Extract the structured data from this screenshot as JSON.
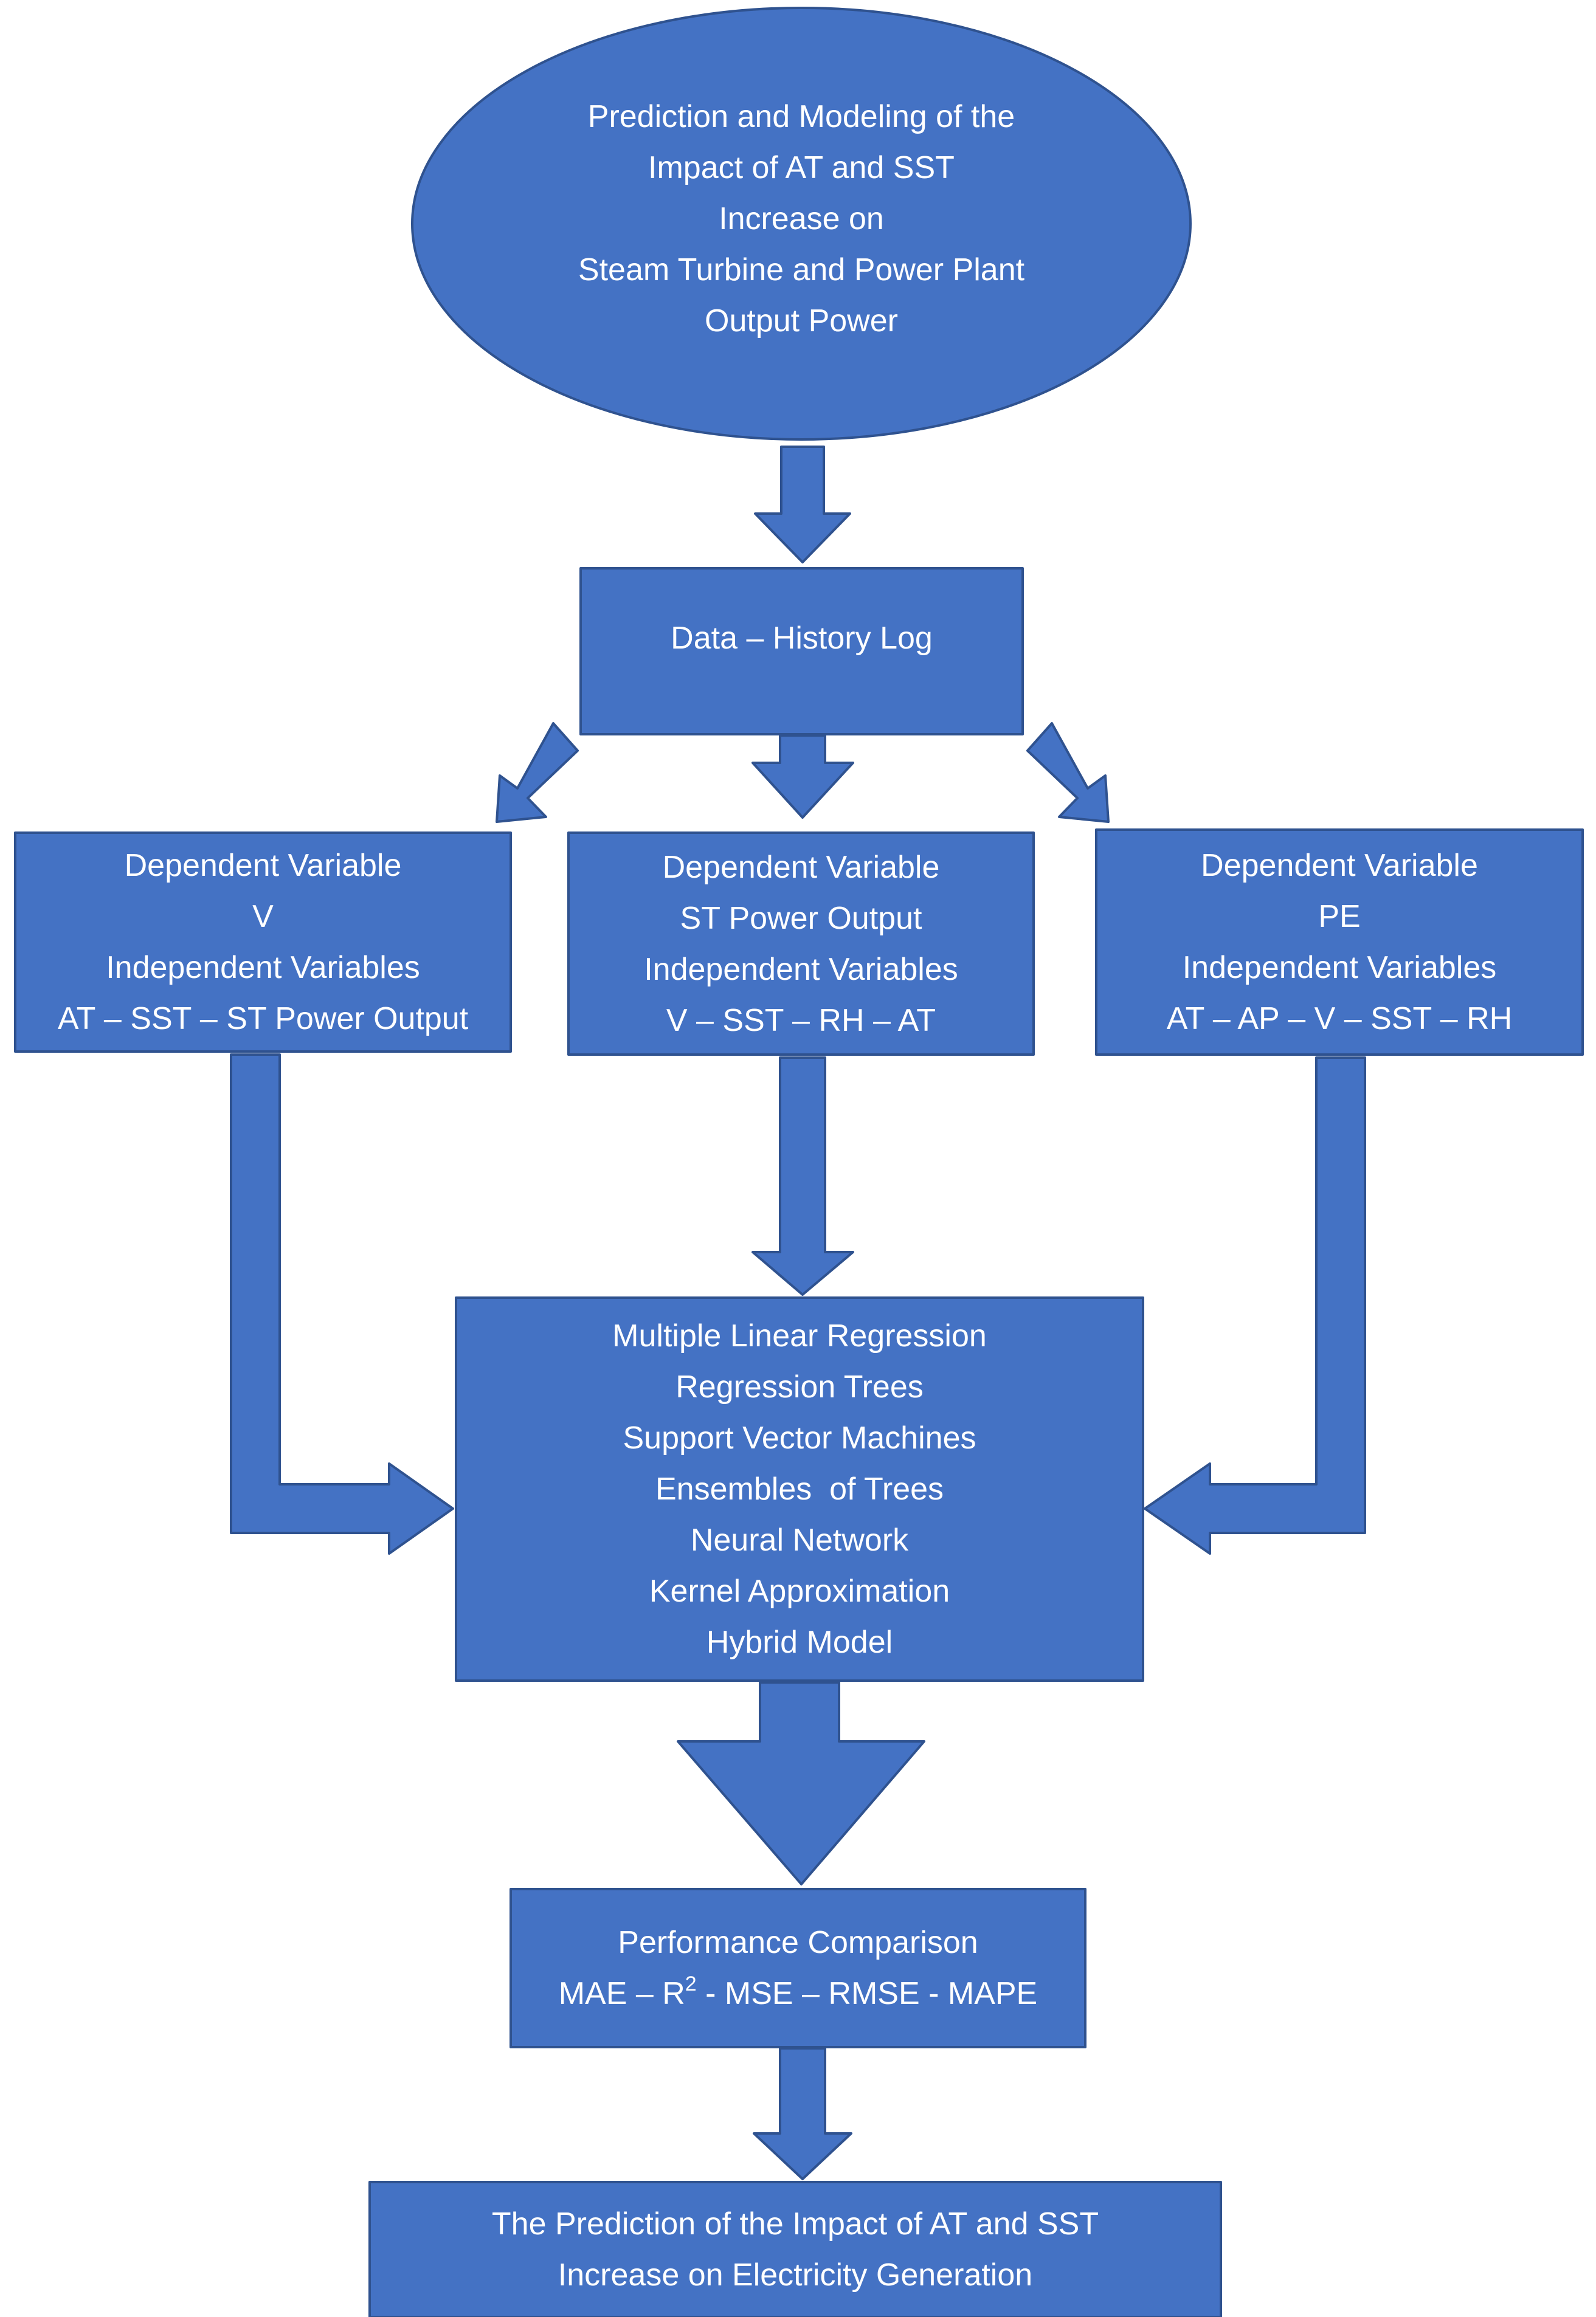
{
  "colors": {
    "fill": "#4472C4",
    "stroke": "#2F528F",
    "text": "#FFFFFF",
    "background": "#FFFFFF"
  },
  "nodes": {
    "title": {
      "lines": [
        "Prediction and Modeling of the",
        "Impact of AT and SST",
        "Increase on",
        "Steam Turbine and Power Plant",
        "Output Power"
      ]
    },
    "data_log": {
      "lines": [
        "Data – History Log"
      ]
    },
    "left_box": {
      "lines": [
        "Dependent Variable",
        "V",
        "Independent Variables",
        "AT – SST – ST Power Output"
      ]
    },
    "center_box": {
      "lines": [
        "Dependent Variable",
        "ST Power Output",
        "Independent Variables",
        "V – SST – RH – AT"
      ]
    },
    "right_box": {
      "lines": [
        "Dependent Variable",
        "PE",
        "Independent Variables",
        "AT – AP – V – SST – RH"
      ]
    },
    "models": {
      "lines": [
        "Multiple Linear Regression",
        "Regression Trees",
        "Support Vector Machines",
        "Ensembles  of Trees",
        "Neural Network",
        "Kernel Approximation",
        "Hybrid Model"
      ]
    },
    "performance": {
      "line1": "Performance Comparison",
      "line2_before": "MAE – R",
      "line2_sup": "2",
      "line2_after": " - MSE – RMSE - MAPE"
    },
    "final": {
      "lines": [
        "The Prediction of the Impact of AT and SST",
        "Increase on Electricity Generation"
      ]
    }
  }
}
